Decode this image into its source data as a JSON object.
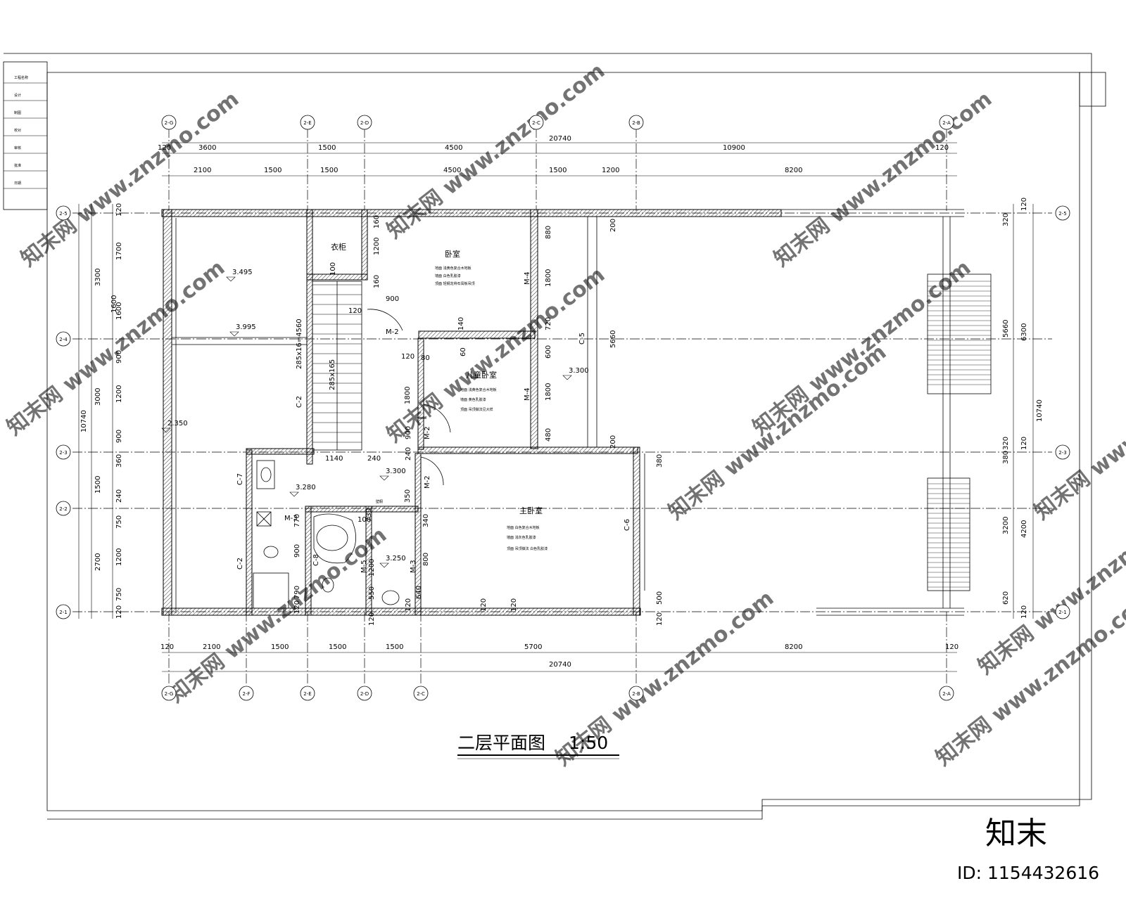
{
  "drawing": {
    "title": "二层平面图",
    "scale": "1:50",
    "overall_dim": "20740",
    "height_dim": "10740"
  },
  "axes": {
    "top": [
      "2-G",
      "2-E",
      "2-D",
      "2-C",
      "2-B",
      "2-A"
    ],
    "bottom": [
      "2-G",
      "2-F",
      "2-E",
      "2-D",
      "2-C",
      "2-B",
      "2-A"
    ],
    "left": [
      "2-5",
      "2-4",
      "2-3",
      "2-2",
      "2-1"
    ],
    "right": [
      "2-5",
      "2-3",
      "2-1"
    ]
  },
  "dimensions": {
    "top_row1": [
      "120",
      "3600",
      "1500",
      "4500",
      "10900",
      "120"
    ],
    "top_row2": [
      "2100",
      "1500",
      "1500",
      "4500",
      "1500",
      "1200",
      "8200"
    ],
    "bottom_row1": [
      "120",
      "2100",
      "1500",
      "1500",
      "1500",
      "5700",
      "8200",
      "120"
    ],
    "left_outer": [
      "3300",
      "3000",
      "1500",
      "2700"
    ],
    "left_inner": [
      "120",
      "1700",
      "1600",
      "900",
      "1200",
      "900",
      "360",
      "240",
      "750",
      "1200",
      "750",
      "120"
    ],
    "right_outer": [
      "5660",
      "6300",
      "380",
      "320",
      "3200",
      "4200",
      "620",
      "320"
    ],
    "right_edge": [
      "120",
      "120",
      "120"
    ],
    "misc": [
      "160",
      "1200",
      "160",
      "100",
      "900",
      "120",
      "120",
      "80",
      "60",
      "140",
      "1800",
      "720",
      "600",
      "1800",
      "480",
      "880",
      "200",
      "200",
      "1140",
      "240",
      "240",
      "900",
      "350",
      "340",
      "800",
      "120",
      "120",
      "100",
      "730",
      "770",
      "900",
      "790",
      "120",
      "550",
      "1200",
      "640",
      "120",
      "120",
      "120",
      "380",
      "500",
      "5660",
      "285x16=4560",
      "285x165",
      "1800",
      "1600"
    ]
  },
  "rooms": {
    "bedroom": {
      "name": "卧室",
      "specs": [
        "地面 浅黄色复合木地板",
        "墙面 白色乳胶漆",
        "顶面 轻钢龙骨石膏板吊顶"
      ]
    },
    "kids_bedroom": {
      "name": "儿童卧室",
      "specs": [
        "地面 浅黄色复合木地板",
        "墙面 黄色乳胶漆",
        "顶面 吊顶做法见大样"
      ]
    },
    "master_bedroom": {
      "name": "主卧室",
      "specs": [
        "地面 白色复合木地板",
        "墙面 浅灰色乳胶漆",
        "顶面 吊顶做法 白色乳胶漆"
      ]
    },
    "wardrobe": "衣柜",
    "closet_tag": "壁橱"
  },
  "door_window_tags": [
    "M-2",
    "M-2",
    "M-2",
    "M-3",
    "M-3",
    "M-4",
    "M-4",
    "M-5",
    "C-2",
    "C-2",
    "C-5",
    "C-6",
    "C-7",
    "C-8"
  ],
  "elevations": [
    "3.495",
    "3.995",
    "3.300",
    "3.300",
    "3.280",
    "3.250",
    "2.350"
  ],
  "title_block_rows": [
    "工程名称",
    "设计",
    "制图",
    "校对",
    "审核",
    "批准",
    "日期"
  ],
  "watermark": {
    "brand": "知末",
    "site": "www.znzmo.com",
    "site_cn": "知末网",
    "id": "ID: 1154432616"
  }
}
